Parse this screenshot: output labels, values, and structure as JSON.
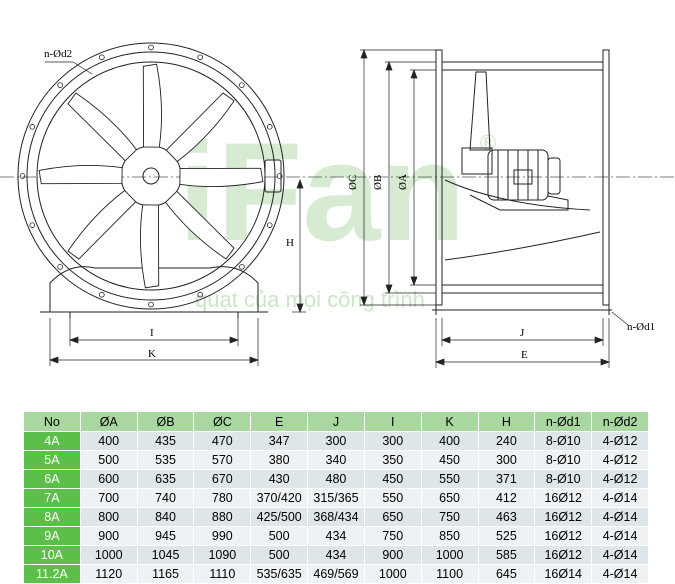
{
  "drawing": {
    "labels": {
      "nd2": "n-Ød2",
      "nd1": "n-Ød1",
      "H": "H",
      "I": "I",
      "K": "K",
      "C": "ØC",
      "B": "ØB",
      "A": "ØA",
      "J": "J",
      "E": "E"
    },
    "watermark": {
      "brand": "iFan",
      "registered": "®",
      "tagline": "quạt của mọi công trình"
    }
  },
  "table": {
    "columns": [
      "No",
      "ØA",
      "ØB",
      "ØC",
      "E",
      "J",
      "I",
      "K",
      "H",
      "n-Ød1",
      "n-Ød2"
    ],
    "rows": [
      [
        "4A",
        "400",
        "435",
        "470",
        "347",
        "300",
        "300",
        "400",
        "240",
        "8-Ø10",
        "4-Ø12"
      ],
      [
        "5A",
        "500",
        "535",
        "570",
        "380",
        "340",
        "350",
        "450",
        "300",
        "8-Ø10",
        "4-Ø12"
      ],
      [
        "6A",
        "600",
        "635",
        "670",
        "430",
        "480",
        "450",
        "550",
        "371",
        "8-Ø10",
        "4-Ø12"
      ],
      [
        "7A",
        "700",
        "740",
        "780",
        "370/420",
        "315/365",
        "550",
        "650",
        "412",
        "16Ø12",
        "4-Ø14"
      ],
      [
        "8A",
        "800",
        "840",
        "880",
        "425/500",
        "368/434",
        "650",
        "750",
        "463",
        "16Ø12",
        "4-Ø14"
      ],
      [
        "9A",
        "900",
        "945",
        "990",
        "500",
        "434",
        "750",
        "850",
        "525",
        "16Ø12",
        "4-Ø14"
      ],
      [
        "10A",
        "1000",
        "1045",
        "1090",
        "500",
        "434",
        "900",
        "1000",
        "585",
        "16Ø12",
        "4-Ø14"
      ],
      [
        "11.2A",
        "1120",
        "1165",
        "1110",
        "535/635",
        "469/569",
        "1000",
        "1100",
        "645",
        "16Ø14",
        "4-Ø14"
      ]
    ]
  },
  "colors": {
    "header_bg": "#a8d8a0",
    "no_column_bg": "#5cbf4a",
    "row_bg_a": "#dfe6ea",
    "row_bg_b": "#eef2f4",
    "watermark": "#b6dcae"
  }
}
